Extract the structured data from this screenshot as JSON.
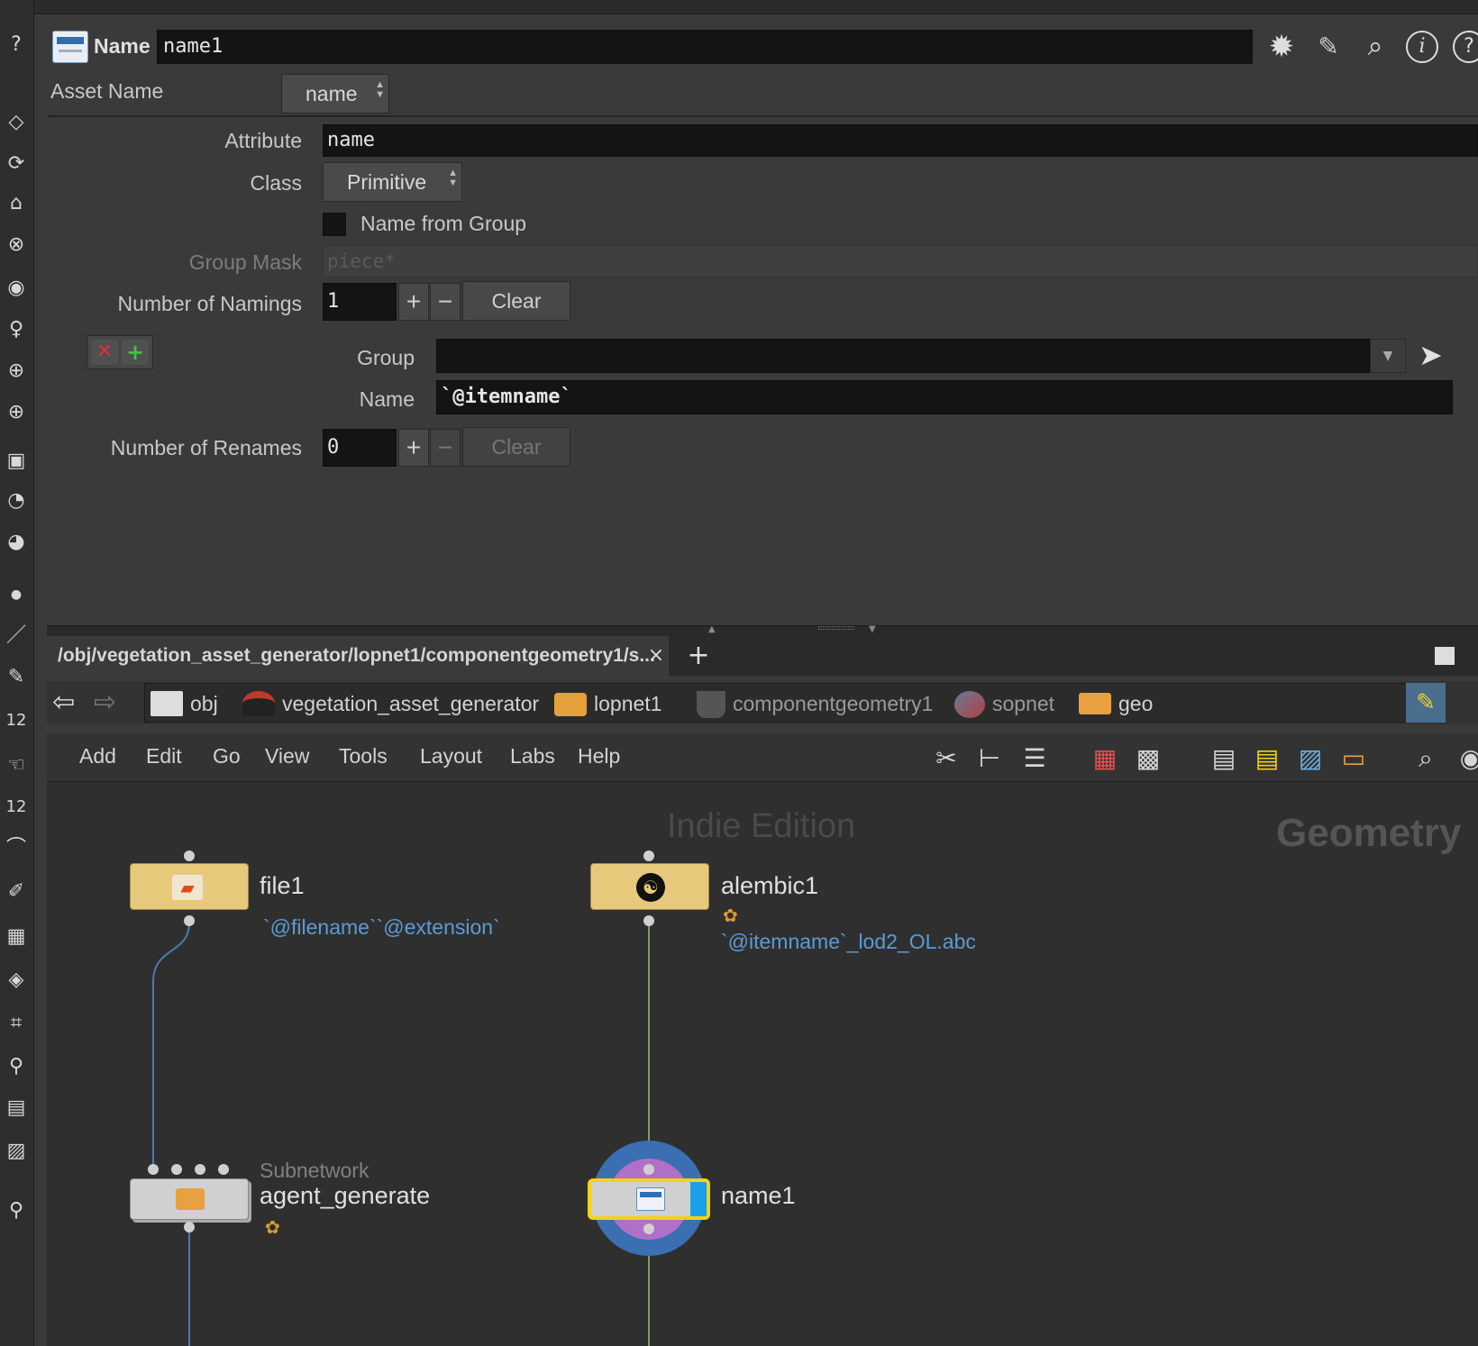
{
  "header": {
    "node_type_label": "Name",
    "node_name_value": "name1"
  },
  "params": {
    "asset_name_label": "Asset Name",
    "asset_name_value": "name",
    "attribute_label": "Attribute",
    "attribute_value": "name",
    "class_label": "Class",
    "class_value": "Primitive",
    "name_from_group_label": "Name from Group",
    "name_from_group_checked": false,
    "group_mask_label": "Group Mask",
    "group_mask_placeholder": "piece*",
    "num_namings_label": "Number of Namings",
    "num_namings_value": "1",
    "clear_label": "Clear",
    "plus_label": "+",
    "minus_label": "−",
    "group_label": "Group",
    "group_value": "",
    "name_label": "Name",
    "name_value": "`@itemname`",
    "num_renames_label": "Number of Renames",
    "num_renames_value": "0"
  },
  "network": {
    "tab_path": "/obj/vegetation_asset_generator/lopnet1/componentgeometry1/s...",
    "tab_close": "×",
    "tab_add": "+",
    "breadcrumbs": [
      "obj",
      "vegetation_asset_generator",
      "lopnet1",
      "componentgeometry1",
      "sopnet",
      "geo"
    ],
    "menu": [
      "Add",
      "Edit",
      "Go",
      "View",
      "Tools",
      "Layout",
      "Labs",
      "Help"
    ],
    "watermark": "Indie Edition",
    "context_label": "Geometry",
    "nodes": {
      "file1": {
        "name": "file1",
        "param": "`@filename``@extension`"
      },
      "alembic1": {
        "name": "alembic1",
        "param": "`@itemname`_lod2_OL.abc"
      },
      "agent_generate": {
        "type": "Subnetwork",
        "name": "agent_generate"
      },
      "name1": {
        "name": "name1"
      }
    }
  },
  "colors": {
    "node_yellow": "#e6c97a",
    "node_gray": "#d0d0d0",
    "selected_outline": "#f2d21a",
    "display_flag": "#1aa0e6",
    "param_blue": "#5b9bd5",
    "wire_blue": "#4a7bb0",
    "wire_green": "#7aa060"
  }
}
